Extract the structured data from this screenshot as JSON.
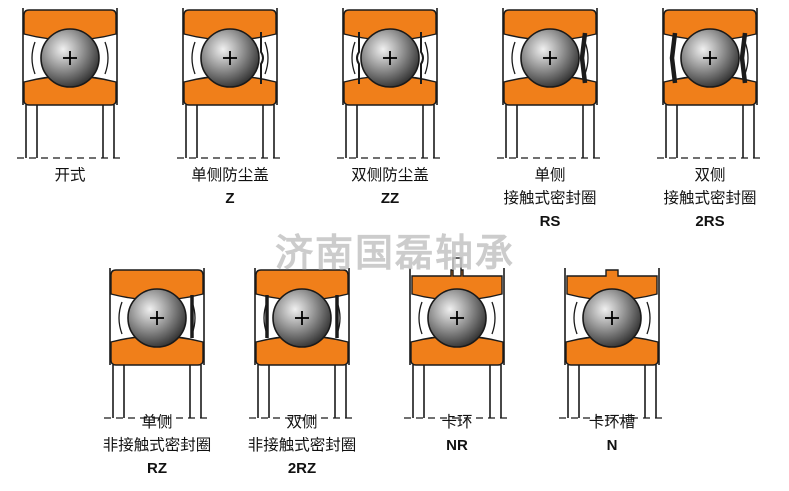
{
  "watermark": "济南国磊轴承",
  "colors": {
    "ring": "#f07f1a",
    "outline": "#1a1a1a",
    "ball_light": "#e4e4e4",
    "ball_dark": "#3a3a3a"
  },
  "bearings": [
    {
      "id": "open",
      "lines": [
        "开式"
      ],
      "code": ""
    },
    {
      "id": "z",
      "lines": [
        "单侧防尘盖"
      ],
      "code": "Z"
    },
    {
      "id": "zz",
      "lines": [
        "双侧防尘盖"
      ],
      "code": "ZZ"
    },
    {
      "id": "rs",
      "lines": [
        "单侧",
        "接触式密封圈"
      ],
      "code": "RS"
    },
    {
      "id": "2rs",
      "lines": [
        "双侧",
        "接触式密封圈"
      ],
      "code": "2RS"
    },
    {
      "id": "rz",
      "lines": [
        "单侧",
        "非接触式密封圈"
      ],
      "code": "RZ"
    },
    {
      "id": "2rz",
      "lines": [
        "双侧",
        "非接触式密封圈"
      ],
      "code": "2RZ"
    },
    {
      "id": "nr",
      "lines": [
        "卡环"
      ],
      "code": "NR"
    },
    {
      "id": "n",
      "lines": [
        "卡环槽"
      ],
      "code": "N"
    }
  ]
}
